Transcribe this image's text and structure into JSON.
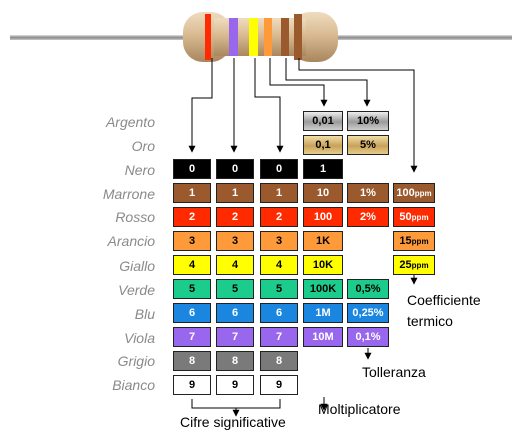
{
  "labels": [
    "Argento",
    "Oro",
    "Nero",
    "Marrone",
    "Rosso",
    "Arancio",
    "Giallo",
    "Verde",
    "Blu",
    "Viola",
    "Grigio",
    "Bianco"
  ],
  "digit_columns": [
    [
      "0",
      "1",
      "2",
      "3",
      "4",
      "5",
      "6",
      "7",
      "8",
      "9"
    ],
    [
      "0",
      "1",
      "2",
      "3",
      "4",
      "5",
      "6",
      "7",
      "8",
      "9"
    ],
    [
      "0",
      "1",
      "2",
      "3",
      "4",
      "5",
      "6",
      "7",
      "8",
      "9"
    ]
  ],
  "multiplier": [
    "0,01",
    "0,1",
    "1",
    "10",
    "100",
    "1K",
    "10K",
    "100K",
    "1M",
    "10M"
  ],
  "tolerance": {
    "argento": "10%",
    "oro": "5%",
    "marrone": "1%",
    "rosso": "2%",
    "verde": "0,5%",
    "blu": "0,25%",
    "viola": "0,1%"
  },
  "tempco": [
    {
      "value": "100",
      "unit": "ppm"
    },
    {
      "value": "50",
      "unit": "ppm"
    },
    {
      "value": "15",
      "unit": "ppm"
    },
    {
      "value": "25",
      "unit": "ppm"
    }
  ],
  "captions": {
    "digits": "Cifre significative",
    "multiplier": "Moltiplicatore",
    "tolerance": "Tolleranza",
    "tempco_line1": "Coefficiente",
    "tempco_line2": "termico"
  },
  "colors": {
    "argento": "#b4b4b4",
    "oro": "#c8a25a",
    "nero": "#000000",
    "marrone": "#9a5a2e",
    "rosso": "#ff2a00",
    "arancio": "#ff9a3a",
    "giallo": "#ffff00",
    "verde": "#1ccc8c",
    "blu": "#1a86e0",
    "viola": "#9966ee",
    "grigio": "#7a7a7a",
    "bianco": "#ffffff",
    "resistor_body": "#d9bb92"
  },
  "resistor_bands": [
    "rosso",
    "viola",
    "giallo",
    "arancio",
    "marrone",
    "marrone"
  ]
}
